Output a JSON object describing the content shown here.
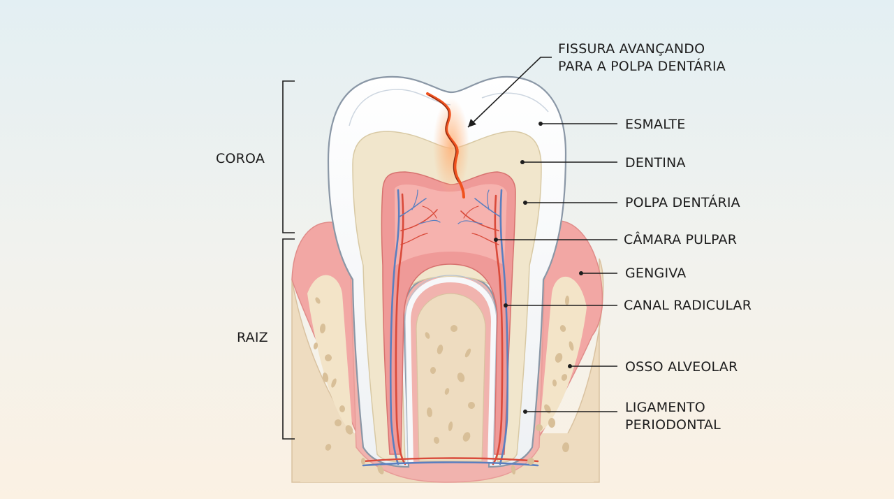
{
  "diagram": {
    "group_labels": {
      "crown": "COROA",
      "root": "RAIZ"
    },
    "callouts": {
      "fissure": "FISSURA AVANÇANDO\nPARA A POLPA DENTÁRIA",
      "enamel": "ESMALTE",
      "dentin": "DENTINA",
      "pulp": "POLPA DENTÁRIA",
      "pulp_chamber": "CÂMARA PULPAR",
      "gum": "GENGIVA",
      "root_canal": "CANAL RADICULAR",
      "alveolar_bone": "OSSO ALVEOLAR",
      "periodontal_ligament": "LIGAMENTO\nPERIODONTAL"
    },
    "colors": {
      "enamel": "#f7f8fa",
      "dentin": "#f1e6cc",
      "pulp": "#ef9a98",
      "gum": "#f2a7a4",
      "bone": "#eedcc0",
      "artery": "#d94a3a",
      "vein": "#5a7fc0",
      "fissure": "#f0521e",
      "leader": "#1d1d1d"
    }
  }
}
